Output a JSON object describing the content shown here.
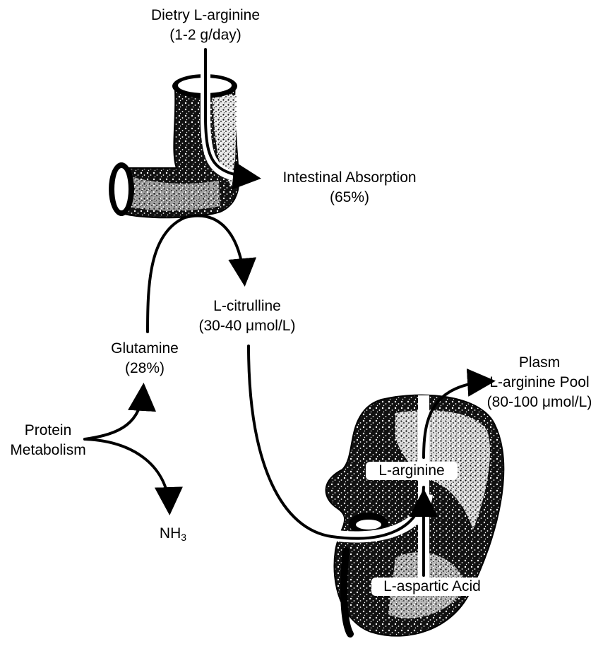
{
  "diagram": {
    "dietary": {
      "line1": "Dietry L-arginine",
      "line2": "(1-2 g/day)"
    },
    "absorption": {
      "line1": "Intestinal Absorption",
      "line2": "(65%)"
    },
    "citrulline": {
      "line1": "L-citrulline",
      "line2": "(30-40 μmol/L)"
    },
    "glutamine": {
      "line1": "Glutamine",
      "line2": "(28%)"
    },
    "protein": {
      "line1": "Protein",
      "line2": "Metabolism"
    },
    "nh3": {
      "base": "NH",
      "sub": "3"
    },
    "plasma": {
      "line1": "Plasm",
      "line2": "L-arginine Pool",
      "line3": "(80-100 μmol/L)"
    },
    "kidney_arginine": "L-arginine",
    "aspartic": "L-aspartic Acid"
  },
  "organs": [
    "intestine",
    "kidney"
  ],
  "colors": {
    "ink": "#000000",
    "paper": "#ffffff"
  }
}
